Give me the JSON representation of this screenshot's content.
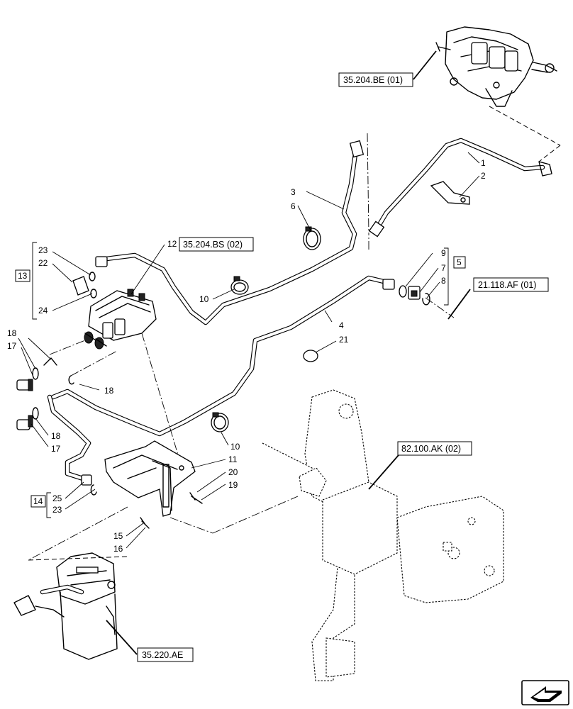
{
  "callouts": {
    "c1": "1",
    "c2": "2",
    "c3": "3",
    "c4": "4",
    "c5": "5",
    "c6": "6",
    "c7": "7",
    "c8": "8",
    "c9": "9",
    "c10a": "10",
    "c10b": "10",
    "c11": "11",
    "c12": "12",
    "c13": "13",
    "c14": "14",
    "c15": "15",
    "c16": "16",
    "c17a": "17",
    "c17b": "17",
    "c18a": "18",
    "c18b": "18",
    "c18c": "18",
    "c19": "19",
    "c20": "20",
    "c21": "21",
    "c22": "22",
    "c23a": "23",
    "c23b": "23",
    "c24": "24",
    "c25": "25"
  },
  "references": {
    "ref_35_204_BE": "35.204.BE (01)",
    "ref_35_204_BS": "35.204.BS (02)",
    "ref_21_118_AF": "21.118.AF (01)",
    "ref_82_100_AK": "82.100.AK (02)",
    "ref_35_220_AE": "35.220.AE"
  },
  "icons": {
    "nav_arrow": "arrow-icon"
  }
}
